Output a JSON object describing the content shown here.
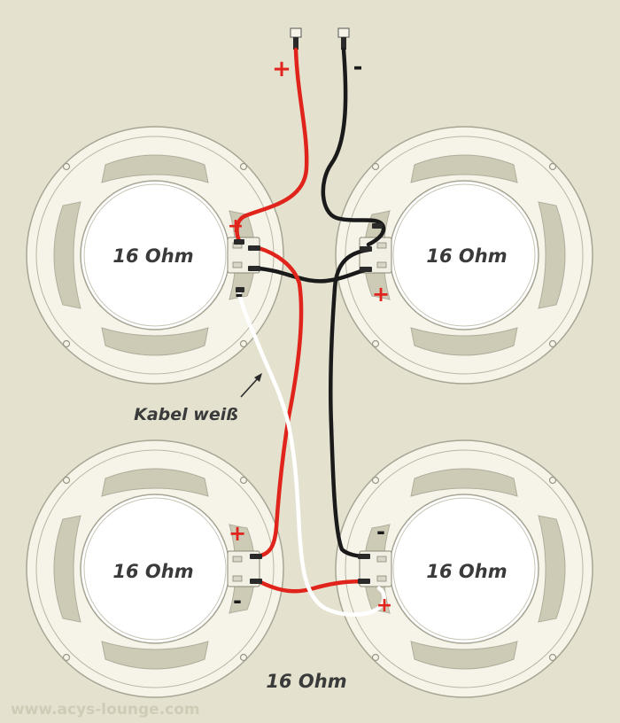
{
  "speakers": [
    {
      "id": "top-left",
      "label": "16 Ohm",
      "plus": "+",
      "minus": "-"
    },
    {
      "id": "top-right",
      "label": "16 Ohm",
      "plus": "+",
      "minus": "-"
    },
    {
      "id": "bottom-left",
      "label": "16 Ohm",
      "plus": "+",
      "minus": "-"
    },
    {
      "id": "bottom-right",
      "label": "16 Ohm",
      "plus": "+",
      "minus": "-"
    }
  ],
  "input": {
    "plus": "+",
    "minus": "-"
  },
  "annotation": "Kabel weiß",
  "total": "16 Ohm",
  "watermark": "www.acys-lounge.com",
  "colors": {
    "background": "#e4e2cf",
    "cone": "#f6f4e8",
    "panel": "#cdcab6",
    "red_wire": "#e0241b",
    "black_wire": "#1a1a1a",
    "white_wire": "#ffffff"
  }
}
